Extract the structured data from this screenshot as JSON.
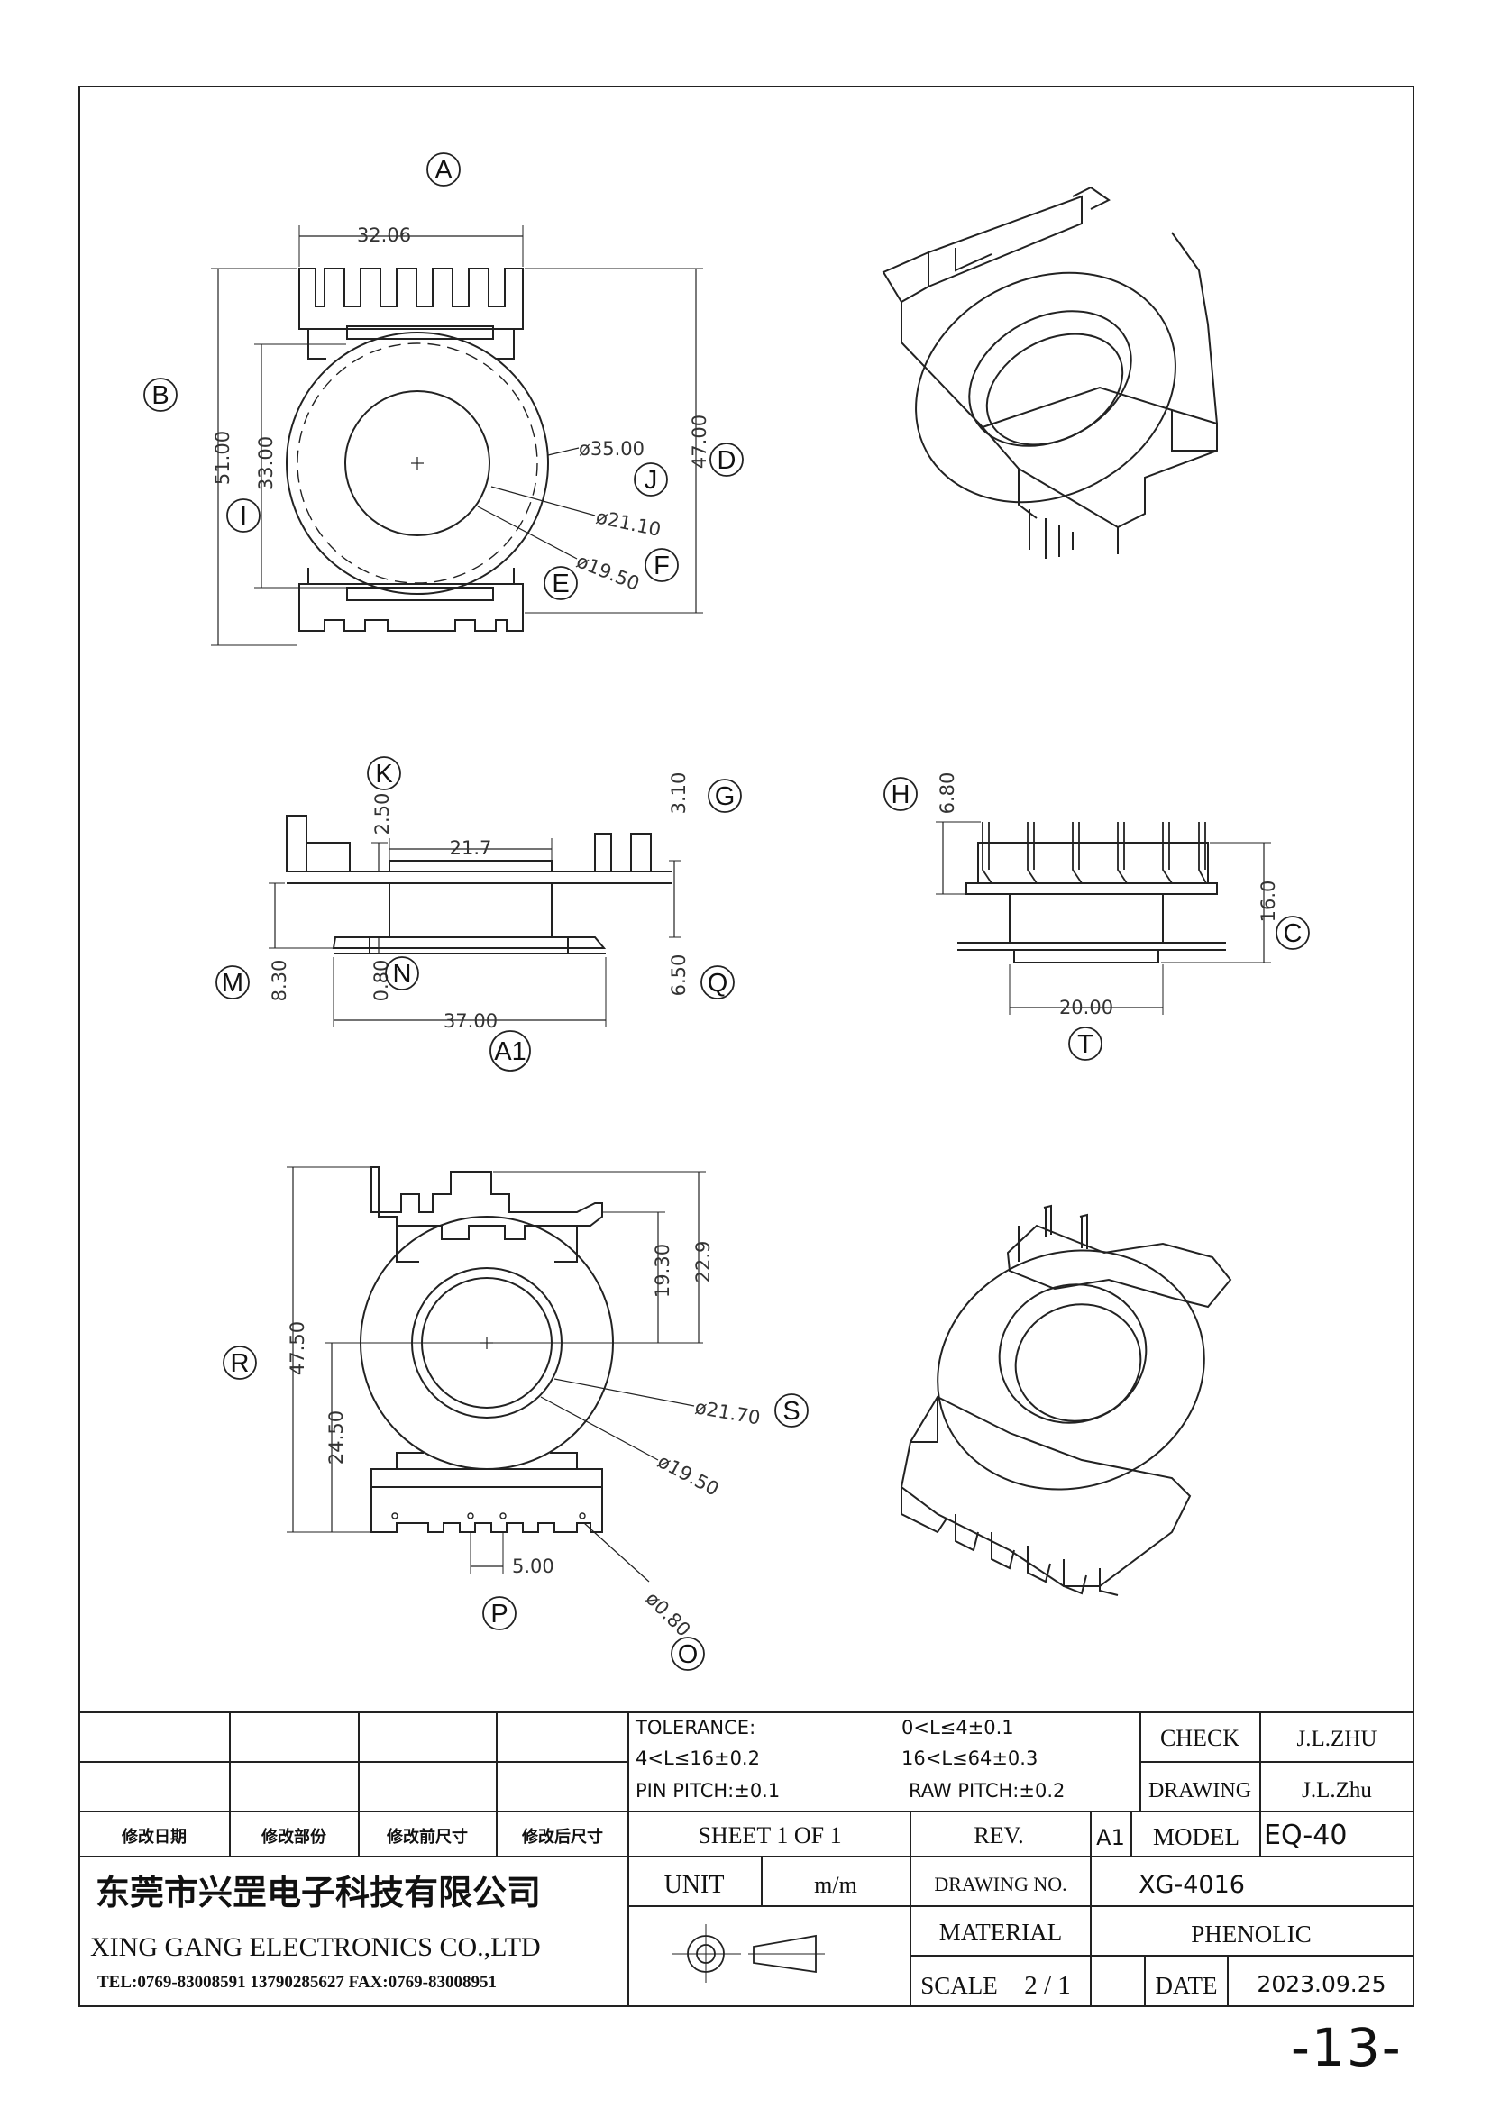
{
  "callouts": {
    "A": "A",
    "B": "B",
    "C": "C",
    "D": "D",
    "E": "E",
    "F": "F",
    "G": "G",
    "H": "H",
    "I": "I",
    "J": "J",
    "K": "K",
    "M": "M",
    "N": "N",
    "O": "O",
    "P": "P",
    "Q": "Q",
    "R": "R",
    "S": "S",
    "T": "T",
    "A1": "A1"
  },
  "dimensions": {
    "front_width": "32.06",
    "front_total_height": "51.00",
    "front_inner_height": "33.00",
    "front_right_height": "47.00",
    "dia_outer": "ø35.00",
    "dia_mid": "ø21.10",
    "dia_inner": "ø19.50",
    "side_top_width": "21.7",
    "side_k": "2.50",
    "side_g": "3.10",
    "side_m": "8.30",
    "side_n": "0.80",
    "side_q": "6.50",
    "side_bottom_width": "37.00",
    "end_h": "6.80",
    "end_c": "16.0",
    "end_t": "20.00",
    "bottom_total": "47.50",
    "bottom_lower": "24.50",
    "bottom_upper": "19.30",
    "bottom_right": "22.9",
    "bottom_dia_s": "ø21.70",
    "bottom_dia_inner": "ø19.50",
    "pitch": "5.00",
    "pin_dia": "ø0.80"
  },
  "title_block": {
    "tolerance_label": "TOLERANCE:",
    "tol_1": "0<L≤4±0.1",
    "tol_2": "4<L≤16±0.2",
    "tol_3": "16<L≤64±0.3",
    "pin_pitch": "PIN PITCH:±0.1",
    "raw_pitch": "RAW PITCH:±0.2",
    "rev_headers": [
      "修改日期",
      "修改部份",
      "修改前尺寸",
      "修改后尺寸"
    ],
    "check_label": "CHECK",
    "check_value": "J.L.ZHU",
    "drawing_label": "DRAWING",
    "drawing_value": "J.L.Zhu",
    "sheet": "SHEET  1  OF  1",
    "rev_label": "REV.",
    "rev_value": "A1",
    "model_label": "MODEL",
    "model_value": "EQ-40",
    "company_cn": "东莞市兴罡电子科技有限公司",
    "company_en": "XING GANG  ELECTRONICS CO.,LTD",
    "company_contact": "TEL:0769-83008591  13790285627  FAX:0769-83008951",
    "unit_label": "UNIT",
    "unit_value": "m/m",
    "drawing_no_label": "DRAWING  NO.",
    "drawing_no_value": "XG-4016",
    "material_label": "MATERIAL",
    "material_value": "PHENOLIC",
    "scale_label": "SCALE",
    "scale_value": "2  /  1",
    "date_label": "DATE",
    "date_value": "2023.09.25"
  },
  "page_number": "-13-"
}
